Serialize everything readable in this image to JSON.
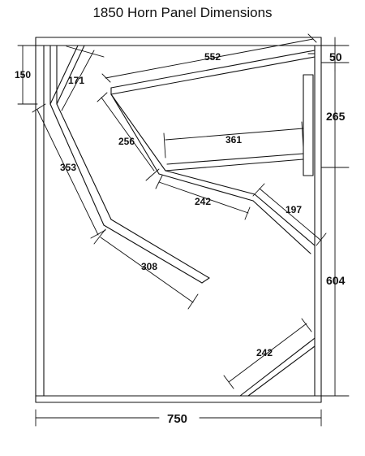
{
  "diagram": {
    "title": "1850 Horn Panel Dimensions",
    "dimensions": {
      "d552": "552",
      "d50": "50",
      "d150": "150",
      "d171": "171",
      "d265": "265",
      "d361": "361",
      "d256": "256",
      "d353": "353",
      "d242_mid": "242",
      "d197": "197",
      "d604": "604",
      "d308": "308",
      "d242_low": "242",
      "d750": "750"
    }
  }
}
